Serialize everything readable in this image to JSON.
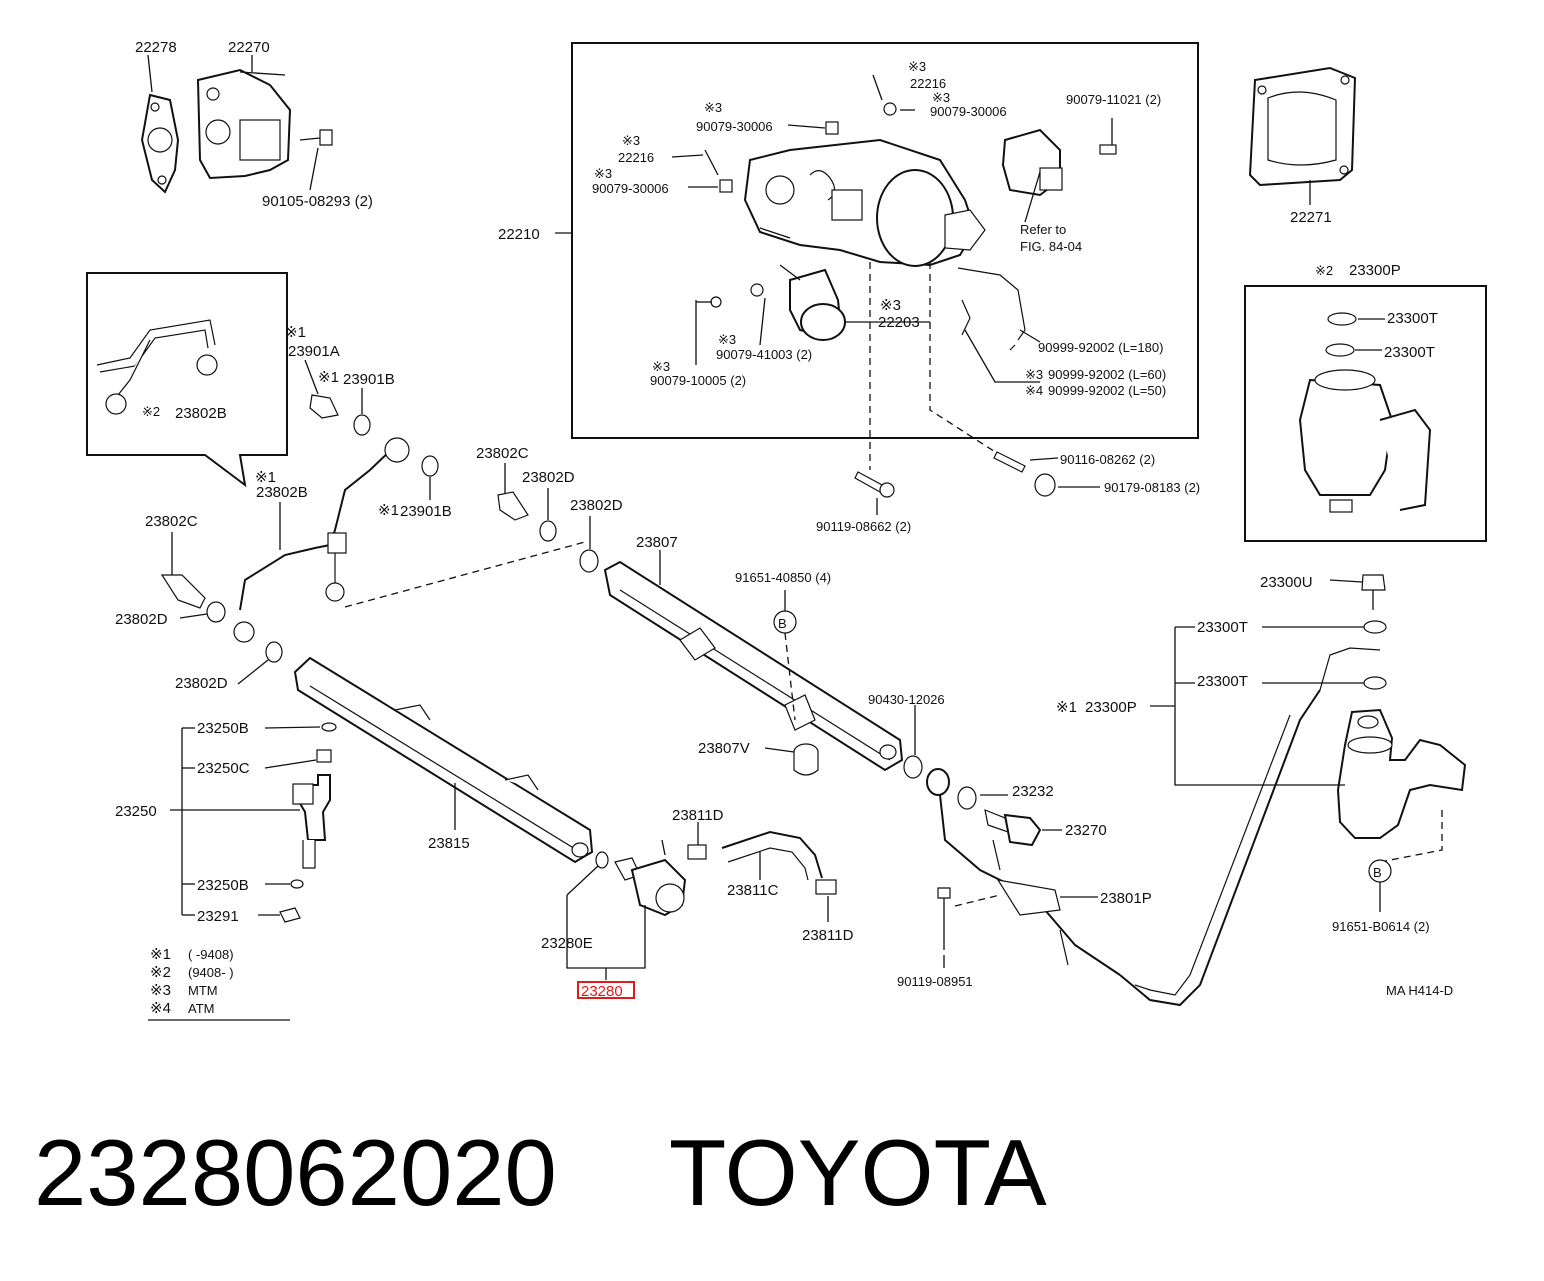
{
  "footer": {
    "part_number": "2328062020",
    "brand": "TOYOTA"
  },
  "diagram": {
    "code": "MA H414-D",
    "highlighted_part": "23280",
    "legend": [
      {
        "mark": "※1",
        "text": "(      -9408)"
      },
      {
        "mark": "※2",
        "text": "(9408-      )"
      },
      {
        "mark": "※3",
        "text": "MTM"
      },
      {
        "mark": "※4",
        "text": "ATM"
      }
    ],
    "labels": {
      "p22278": "22278",
      "p22270": "22270",
      "p90105": "90105-08293 (2)",
      "p22210": "22210",
      "p22216a_mark": "※3",
      "p22216a": "22216",
      "p90079a_mark": "※3",
      "p90079a": "90079-30006",
      "p90079b_mark": "※3",
      "p90079b": "90079-30006",
      "p22216b_mark": "※3",
      "p22216b": "22216",
      "p90079c_mark": "※3",
      "p90079c": "90079-30006",
      "p90079_11021": "90079-11021 (2)",
      "refer1": "Refer to",
      "refer2": "FIG. 84-04",
      "p22203_mark": "※3",
      "p22203": "22203",
      "p41003_mark": "※3",
      "p41003": "90079-41003 (2)",
      "p10005_mark": "※3",
      "p10005": "90079-10005 (2)",
      "hose180": "90999-92002 (L=180)",
      "hose60_mark": "※3",
      "hose60": "90999-92002 (L=60)",
      "hose50_mark": "※4",
      "hose50": "90999-92002 (L=50)",
      "p22271": "22271",
      "inset_mark": "※2",
      "inset_part": "23300P",
      "inset_t1": "23300T",
      "inset_t2": "23300T",
      "p90116": "90116-08262 (2)",
      "p90179": "90179-08183 (2)",
      "p90119a": "90119-08662 (2)",
      "bubble_mark": "※2",
      "bubble_part": "23802B",
      "p23901a_mark": "※1",
      "p23901a": "23901A",
      "p23901b1_mark": "※1",
      "p23901b1": "23901B",
      "p23802b_mark": "※1",
      "p23802b": "23802B",
      "p23901b2_mark": "※1",
      "p23901b2": "23901B",
      "p23802c1": "23802C",
      "p23802d1": "23802D",
      "p23802d2": "23802D",
      "p23807": "23807",
      "p23802c2": "23802C",
      "p23802d3": "23802D",
      "p23802d4": "23802D",
      "p91651a": "91651-40850 (4)",
      "bolt_b": "B",
      "p90430": "90430-12026",
      "p23807v": "23807V",
      "p23250b1": "23250B",
      "p23250c": "23250C",
      "p23250": "23250",
      "p23250b2": "23250B",
      "p23291": "23291",
      "p23815": "23815",
      "p23811d1": "23811D",
      "p23811c": "23811C",
      "p23811d2": "23811D",
      "p23280e": "23280E",
      "p23232": "23232",
      "p23270": "23270",
      "p23801p": "23801P",
      "p90119b": "90119-08951",
      "p23300u": "23300U",
      "p23300t1": "23300T",
      "p23300t2": "23300T",
      "p23300p_mark": "※1",
      "p23300p": "23300P",
      "bolt_b2": "B",
      "p91651b": "91651-B0614 (2)"
    }
  }
}
